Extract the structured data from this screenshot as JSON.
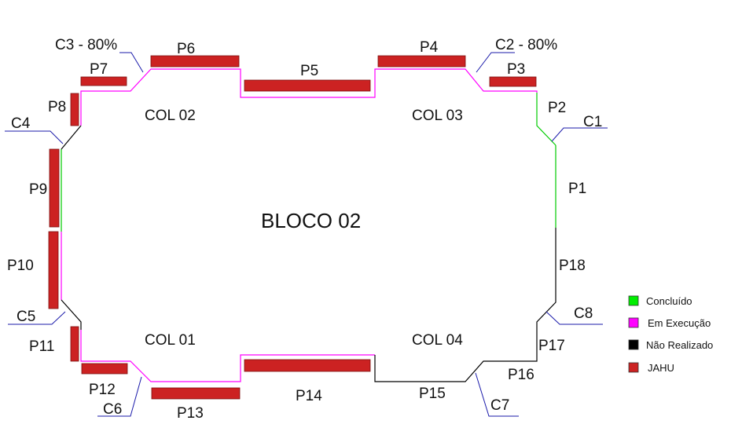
{
  "title": "BLOCO 02",
  "columns": {
    "col01": "COL 01",
    "col02": "COL 02",
    "col03": "COL 03",
    "col04": "COL 04"
  },
  "corners": {
    "c1": "C1",
    "c2": "C2 - 80%",
    "c3": "C3 - 80%",
    "c4": "C4",
    "c5": "C5",
    "c6": "C6",
    "c7": "C7",
    "c8": "C8"
  },
  "panels": {
    "p1": "P1",
    "p2": "P2",
    "p3": "P3",
    "p4": "P4",
    "p5": "P5",
    "p6": "P6",
    "p7": "P7",
    "p8": "P8",
    "p9": "P9",
    "p10": "P10",
    "p11": "P11",
    "p12": "P12",
    "p13": "P13",
    "p14": "P14",
    "p15": "P15",
    "p16": "P16",
    "p17": "P17",
    "p18": "P18"
  },
  "legend": [
    {
      "label": "Concluído",
      "color": "#00ee00"
    },
    {
      "label": "Em Execução",
      "color": "#ff00ff"
    },
    {
      "label": "Não Realizado",
      "color": "#000000"
    },
    {
      "label": "JAHU",
      "color": "#cc2222"
    }
  ],
  "colors": {
    "concluido": "#00cc00",
    "em_execucao": "#ff00ff",
    "nao_realizado": "#000000",
    "jahu": "#cc2222",
    "leader": "#1a1aaa"
  }
}
